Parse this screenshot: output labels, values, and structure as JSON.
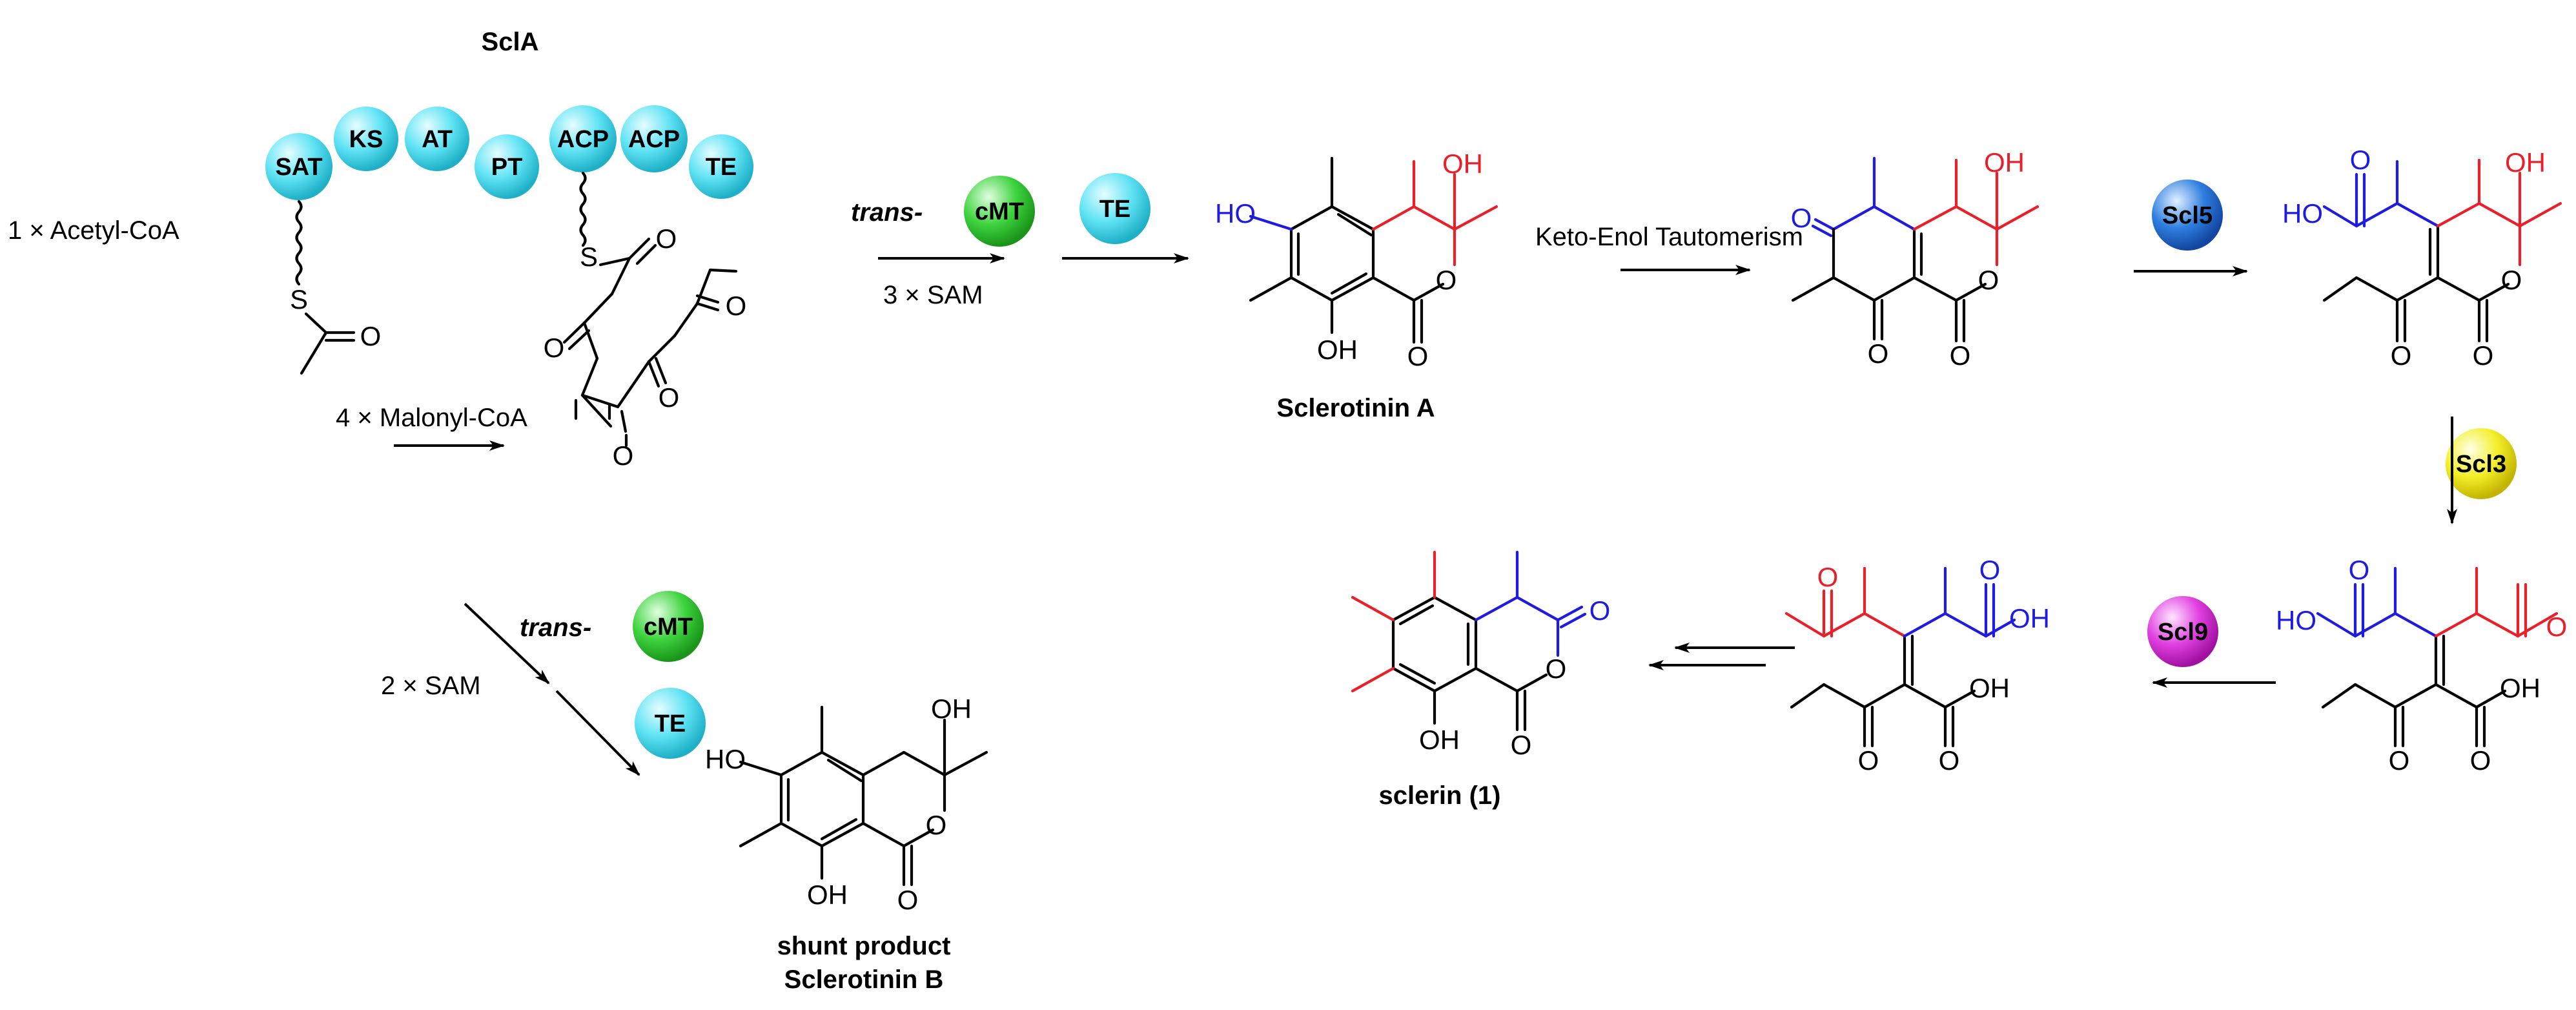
{
  "title": "SclA",
  "domains": [
    "SAT",
    "KS",
    "AT",
    "PT",
    "ACP",
    "ACP",
    "TE"
  ],
  "reagents": {
    "acetyl": "1 × Acetyl-CoA",
    "malonyl": "4 × Malonyl-CoA",
    "sam3": "3 × SAM",
    "sam2": "2 × SAM",
    "trans": "trans-",
    "keto_enol": "Keto-Enol Tautomerism"
  },
  "enzymes": {
    "cmt": "cMT",
    "te": "TE",
    "scl5": "Scl5",
    "scl3": "Scl3",
    "scl9": "Scl9"
  },
  "atoms": {
    "O": "O",
    "S": "S",
    "OH": "OH",
    "HO": "HO"
  },
  "compounds": {
    "sclerotinin_a": "Sclerotinin A",
    "shunt_line1": "shunt product",
    "shunt_line2": "Sclerotinin B",
    "sclerin": "sclerin (1)"
  },
  "colors": {
    "domain_cyan": "#5fe3f4",
    "cmt_green": "#3fd43f",
    "scl5_blue": "#2f7fe0",
    "scl3_yellow": "#f4ef2a",
    "scl9_magenta": "#e040e0",
    "red": "#e8202a",
    "blue": "#1f1ce0"
  }
}
